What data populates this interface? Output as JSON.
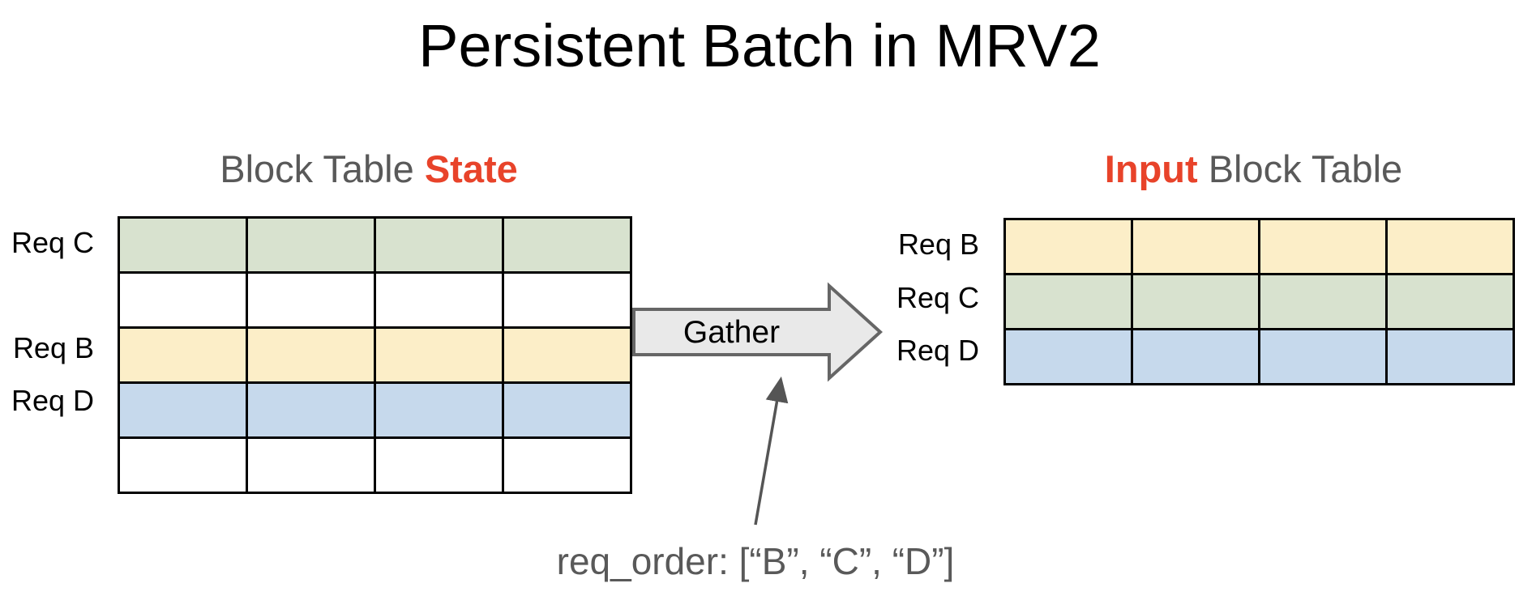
{
  "title": "Persistent Batch in MRV2",
  "colors": {
    "red_accent": "#E8432A",
    "gray_text": "#595959",
    "green_block": "#D8E2CF",
    "yellow_block": "#FCEEC8",
    "blue_block": "#C6D9EC",
    "white_block": "#FFFFFF",
    "arrow_fill": "#E9E9E9",
    "arrow_border": "#666666"
  },
  "state_table": {
    "header": {
      "prefix": "Block Table ",
      "highlight": "State"
    },
    "columns": 4,
    "rows": [
      {
        "label": "Req C",
        "color": "#D8E2CF"
      },
      {
        "label": "",
        "color": "#FFFFFF"
      },
      {
        "label": "Req B",
        "color": "#FCEEC8"
      },
      {
        "label": "Req D",
        "color": "#C6D9EC"
      },
      {
        "label": "",
        "color": "#FFFFFF"
      }
    ]
  },
  "gather": {
    "label": "Gather"
  },
  "input_table": {
    "header": {
      "highlight": "Input",
      "suffix": " Block Table"
    },
    "columns": 4,
    "rows": [
      {
        "label": "Req B",
        "color": "#FCEEC8"
      },
      {
        "label": "Req C",
        "color": "#D8E2CF"
      },
      {
        "label": "Req D",
        "color": "#C6D9EC"
      }
    ]
  },
  "annotation": {
    "text": "req_order: [“B”, “C”, “D”]"
  }
}
